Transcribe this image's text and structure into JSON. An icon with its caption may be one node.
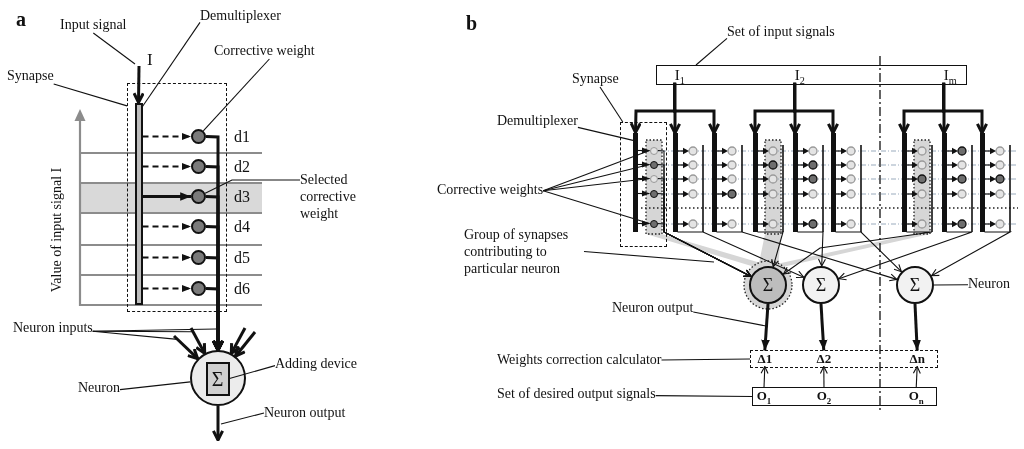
{
  "diagram": {
    "nodes": [
      {
        "text": [
          "Input signal"
        ]
      },
      {
        "text": [
          "Demultiplexer"
        ]
      },
      {
        "text": [
          "Corrective weight"
        ]
      },
      {
        "text": [
          "Synapse"
        ]
      },
      {
        "text": [],
        "shape": "box"
      },
      {
        "text": [],
        "shape": "bar",
        "in": 4
      },
      {
        "text": [],
        "shape": "circle",
        "in": 4,
        "beside": [
          "d1"
        ]
      },
      {
        "text": [],
        "shape": "circle",
        "in": 4,
        "beside": [
          "d2"
        ]
      },
      {
        "text": [],
        "shape": "circle",
        "in": 4,
        "beside": [
          "d3"
        ]
      },
      {
        "text": [],
        "shape": "circle",
        "in": 4,
        "beside": [
          "d4"
        ]
      },
      {
        "text": [],
        "shape": "circle",
        "in": 4,
        "beside": [
          "d5"
        ]
      },
      {
        "text": [],
        "shape": "circle",
        "in": 4,
        "beside": [
          "d6"
        ]
      },
      {
        "text": [
          "Selected corrective weight"
        ]
      },
      {
        "text": [
          "Neuron inputs"
        ]
      },
      {
        "text": [],
        "shape": "circle"
      },
      {
        "text": [
          "Σ"
        ],
        "in": 14
      },
      {
        "text": [
          "Adding device"
        ]
      },
      {
        "text": [
          "Neuron"
        ]
      },
      {
        "text": [
          "Neuron output"
        ]
      },
      {
        "text": [
          "Set of input signals"
        ]
      },
      {
        "text": [],
        "shape": "box"
      },
      {
        "text": [
          "I$_{1}$"
        ],
        "in": 20
      },
      {
        "text": [
          "I$_{2}$"
        ],
        "in": 20
      },
      {
        "text": [
          "I$_{m}$"
        ],
        "in": 20
      },
      {
        "text": [
          "Synapse"
        ]
      },
      {
        "text": [],
        "shape": "box"
      },
      {
        "text": [
          "Demultiplexer"
        ]
      },
      {
        "text": [],
        "shape": "bar",
        "in": 25
      },
      {
        "text": [],
        "shape": "bar"
      },
      {
        "text": [],
        "shape": "bar"
      },
      {
        "text": [],
        "shape": "bar"
      },
      {
        "text": [],
        "shape": "bar"
      },
      {
        "text": [],
        "shape": "bar"
      },
      {
        "text": [],
        "shape": "bar"
      },
      {
        "text": [],
        "shape": "bar"
      },
      {
        "text": [],
        "shape": "bar"
      },
      {
        "text": [
          "Corrective weights"
        ]
      },
      {
        "text": [
          "Group of synapses contributing to particular neuron"
        ]
      },
      {
        "text": [
          "Σ"
        ]
      },
      {
        "text": [
          "Σ"
        ]
      },
      {
        "text": [
          "Σ"
        ]
      },
      {
        "text": [
          "Neuron"
        ]
      },
      {
        "text": [
          "Neuron output"
        ]
      },
      {
        "text": [
          "Weights correction calculator"
        ]
      },
      {
        "text": [],
        "shape": "box"
      },
      {
        "text": [
          "Δ1"
        ],
        "in": 44
      },
      {
        "text": [
          "Δ2"
        ],
        "in": 44
      },
      {
        "text": [
          "Δn"
        ],
        "in": 44
      },
      {
        "text": [
          "Set of desired output signals"
        ]
      },
      {
        "text": [],
        "shape": "box"
      },
      {
        "text": [
          "O$_{1}$"
        ],
        "in": 49
      },
      {
        "text": [
          "O$_{2}$"
        ],
        "in": 49
      },
      {
        "text": [
          "O$_{n}$"
        ],
        "in": 49
      },
      {
        "text": [],
        "shape": "circle",
        "in": 25
      },
      {
        "text": [],
        "shape": "circle",
        "in": 25
      },
      {
        "text": [],
        "shape": "circle",
        "in": 25
      },
      {
        "text": [],
        "shape": "circle",
        "in": 25
      },
      {
        "text": [],
        "shape": "circle",
        "in": 25
      }
    ],
    "edges": [
      {
        "from": null,
        "to": 5,
        "arrow": "to",
        "label": "I",
        "style": "thick"
      },
      {
        "from": 0,
        "to": null,
        "arrow": "none"
      },
      {
        "from": 1,
        "to": 5,
        "arrow": "none"
      },
      {
        "from": 2,
        "to": 6,
        "arrow": "none"
      },
      {
        "from": 3,
        "to": 4,
        "arrow": "none"
      },
      {
        "from": 5,
        "to": 6,
        "arrow": "to",
        "style": "dashed"
      },
      {
        "from": 5,
        "to": 7,
        "arrow": "to",
        "style": "dashed"
      },
      {
        "from": 5,
        "to": 8,
        "arrow": "to",
        "style": "thick"
      },
      {
        "from": 5,
        "to": 9,
        "arrow": "to",
        "style": "dashed"
      },
      {
        "from": 5,
        "to": 10,
        "arrow": "to",
        "style": "dashed"
      },
      {
        "from": 5,
        "to": 11,
        "arrow": "to",
        "style": "dashed"
      },
      {
        "from": 6,
        "to": 14,
        "arrow": "to",
        "style": "thick"
      },
      {
        "from": 7,
        "to": 14,
        "arrow": "to",
        "style": "thick"
      },
      {
        "from": 8,
        "to": 14,
        "arrow": "to",
        "style": "thick"
      },
      {
        "from": 9,
        "to": 14,
        "arrow": "to",
        "style": "thick"
      },
      {
        "from": 10,
        "to": 14,
        "arrow": "to",
        "style": "thick"
      },
      {
        "from": 11,
        "to": 14,
        "arrow": "to",
        "style": "thick"
      },
      {
        "from": 12,
        "to": 8,
        "arrow": "none"
      },
      {
        "from": 13,
        "to": null,
        "arrow": "none"
      },
      {
        "from": 13,
        "to": null,
        "arrow": "none"
      },
      {
        "from": 13,
        "to": null,
        "arrow": "none"
      },
      {
        "from": null,
        "to": 14,
        "arrow": "to",
        "style": "thick"
      },
      {
        "from": null,
        "to": 14,
        "arrow": "to",
        "style": "thick"
      },
      {
        "from": null,
        "to": 14,
        "arrow": "to",
        "style": "thick"
      },
      {
        "from": null,
        "to": 14,
        "arrow": "to",
        "style": "thick"
      },
      {
        "from": 14,
        "to": null,
        "arrow": "to",
        "style": "thick"
      },
      {
        "from": 16,
        "to": 15,
        "arrow": "none"
      },
      {
        "from": 17,
        "to": 14,
        "arrow": "none"
      },
      {
        "from": 18,
        "to": null,
        "arrow": "none"
      },
      {
        "from": 19,
        "to": 20,
        "arrow": "none"
      },
      {
        "from": 21,
        "to": 27,
        "arrow": "to",
        "style": "thick"
      },
      {
        "from": 21,
        "to": 28,
        "arrow": "to",
        "style": "thick"
      },
      {
        "from": 21,
        "to": 29,
        "arrow": "to",
        "style": "thick"
      },
      {
        "from": 22,
        "to": 30,
        "arrow": "to",
        "style": "thick"
      },
      {
        "from": 22,
        "to": 31,
        "arrow": "to",
        "style": "thick"
      },
      {
        "from": 22,
        "to": 32,
        "arrow": "to",
        "style": "thick"
      },
      {
        "from": 23,
        "to": 33,
        "arrow": "to",
        "style": "thick"
      },
      {
        "from": 23,
        "to": 34,
        "arrow": "to",
        "style": "thick"
      },
      {
        "from": 23,
        "to": 35,
        "arrow": "to",
        "style": "thick"
      },
      {
        "from": 24,
        "to": 25,
        "arrow": "none"
      },
      {
        "from": 26,
        "to": 27,
        "arrow": "none"
      },
      {
        "from": 36,
        "to": 53,
        "arrow": "none"
      },
      {
        "from": 36,
        "to": 54,
        "arrow": "none"
      },
      {
        "from": 36,
        "to": 55,
        "arrow": "none"
      },
      {
        "from": 36,
        "to": 57,
        "arrow": "none"
      },
      {
        "from": 37,
        "to": null,
        "arrow": "none"
      },
      {
        "from": 53,
        "to": 38,
        "arrow": "to"
      },
      {
        "from": 28,
        "to": 39,
        "arrow": "to"
      },
      {
        "from": 29,
        "to": 40,
        "arrow": "to"
      },
      {
        "from": 30,
        "to": 38,
        "arrow": "to"
      },
      {
        "from": 31,
        "to": 39,
        "arrow": "to"
      },
      {
        "from": 32,
        "to": 40,
        "arrow": "to"
      },
      {
        "from": 33,
        "to": 38,
        "arrow": "to"
      },
      {
        "from": 34,
        "to": 39,
        "arrow": "to"
      },
      {
        "from": 35,
        "to": 40,
        "arrow": "to"
      },
      {
        "from": 41,
        "to": 40,
        "arrow": "none"
      },
      {
        "from": 42,
        "to": null,
        "arrow": "none"
      },
      {
        "from": 38,
        "to": 45,
        "arrow": "to",
        "style": "thick"
      },
      {
        "from": 39,
        "to": 46,
        "arrow": "to",
        "style": "thick"
      },
      {
        "from": 40,
        "to": 47,
        "arrow": "to",
        "style": "thick"
      },
      {
        "from": 43,
        "to": 44,
        "arrow": "none"
      },
      {
        "from": 50,
        "to": 45,
        "arrow": "to"
      },
      {
        "from": 51,
        "to": 46,
        "arrow": "to"
      },
      {
        "from": 52,
        "to": 47,
        "arrow": "to"
      },
      {
        "from": 48,
        "to": 49,
        "arrow": "none"
      },
      {
        "from": 27,
        "to": 53,
        "arrow": "to"
      },
      {
        "from": 27,
        "to": 54,
        "arrow": "to"
      },
      {
        "from": 27,
        "to": 55,
        "arrow": "to"
      },
      {
        "from": 27,
        "to": 56,
        "arrow": "to"
      },
      {
        "from": 27,
        "to": 57,
        "arrow": "to"
      },
      {
        "from": 54,
        "to": 38,
        "arrow": "to"
      },
      {
        "from": 55,
        "to": 38,
        "arrow": "to"
      },
      {
        "from": 56,
        "to": 38,
        "arrow": "to"
      },
      {
        "from": 57,
        "to": 38,
        "arrow": "to"
      }
    ],
    "labels": [
      "a",
      "Value of input signal I",
      "b"
    ]
  }
}
